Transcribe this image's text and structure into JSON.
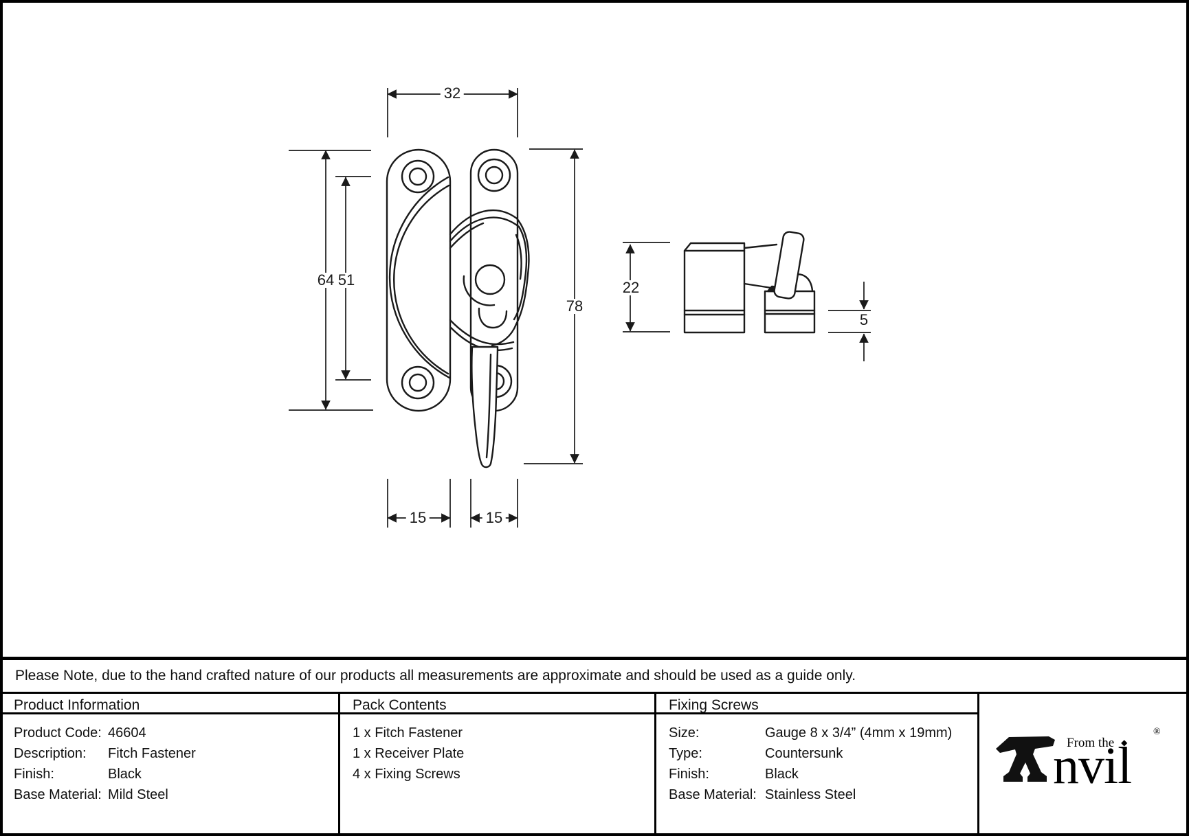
{
  "note": "Please Note, due to the hand crafted nature of our products all measurements are approximate and should be used as a guide only.",
  "drawing": {
    "dimensions": {
      "front_width": "32",
      "plate_height": "64",
      "screw_spacing": "51",
      "overall_height": "78",
      "left_plate_width": "15",
      "right_plate_width": "15",
      "side_height": "22",
      "plate_thickness": "5"
    }
  },
  "tables": {
    "product_information": {
      "title": "Product Information",
      "rows": [
        {
          "label": "Product Code:",
          "value": "46604"
        },
        {
          "label": "Description:",
          "value": "Fitch Fastener"
        },
        {
          "label": "Finish:",
          "value": "Black"
        },
        {
          "label": "Base Material:",
          "value": "Mild Steel"
        }
      ]
    },
    "pack_contents": {
      "title": "Pack Contents",
      "items": [
        "1 x Fitch Fastener",
        "1 x Receiver Plate",
        "4 x Fixing Screws"
      ]
    },
    "fixing_screws": {
      "title": "Fixing Screws",
      "rows": [
        {
          "label": "Size:",
          "value": "Gauge 8 x 3/4” (4mm x 19mm)"
        },
        {
          "label": "Type:",
          "value": "Countersunk"
        },
        {
          "label": "Finish:",
          "value": "Black"
        },
        {
          "label": "Base Material:",
          "value": "Stainless Steel"
        }
      ]
    }
  },
  "logo": {
    "prefix": "From the",
    "name_suffix": "nvil",
    "diamond": "◆",
    "registered": "®",
    "icon": "anvil"
  }
}
